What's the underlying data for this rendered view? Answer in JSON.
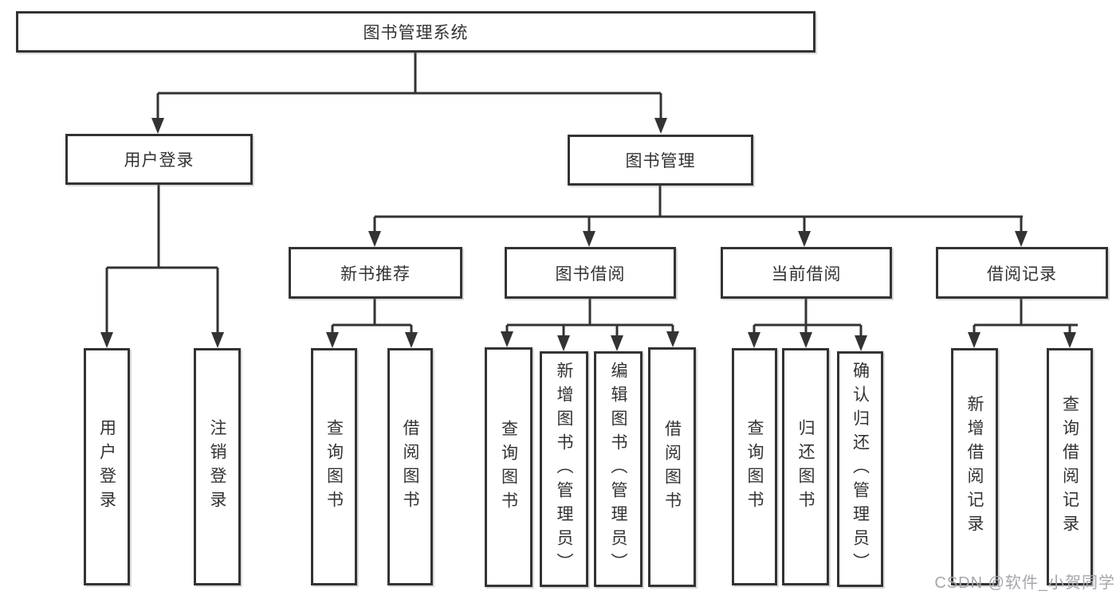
{
  "colors": {
    "line": "#333333",
    "text": "#333333",
    "background": "#ffffff",
    "watermark": "#a6a6ad"
  },
  "watermark": {
    "text": "CSDN @软件_小贺同学"
  },
  "tree": {
    "label": "图书管理系统",
    "children": [
      {
        "label": "用户登录",
        "children": [
          {
            "label": "用户登录"
          },
          {
            "label": "注销登录"
          }
        ]
      },
      {
        "label": "图书管理",
        "children": [
          {
            "label": "新书推荐",
            "children": [
              {
                "label": "查询图书"
              },
              {
                "label": "借阅图书"
              }
            ]
          },
          {
            "label": "图书借阅",
            "children": [
              {
                "label": "查询图书"
              },
              {
                "label": "新增图书（管理员）"
              },
              {
                "label": "编辑图书（管理员）"
              },
              {
                "label": "借阅图书"
              }
            ]
          },
          {
            "label": "当前借阅",
            "children": [
              {
                "label": "查询图书"
              },
              {
                "label": "归还图书"
              },
              {
                "label": "确认归还（管理员）"
              }
            ]
          },
          {
            "label": "借阅记录",
            "children": [
              {
                "label": "新增借阅记录"
              },
              {
                "label": "查询借阅记录"
              }
            ]
          }
        ]
      }
    ]
  }
}
